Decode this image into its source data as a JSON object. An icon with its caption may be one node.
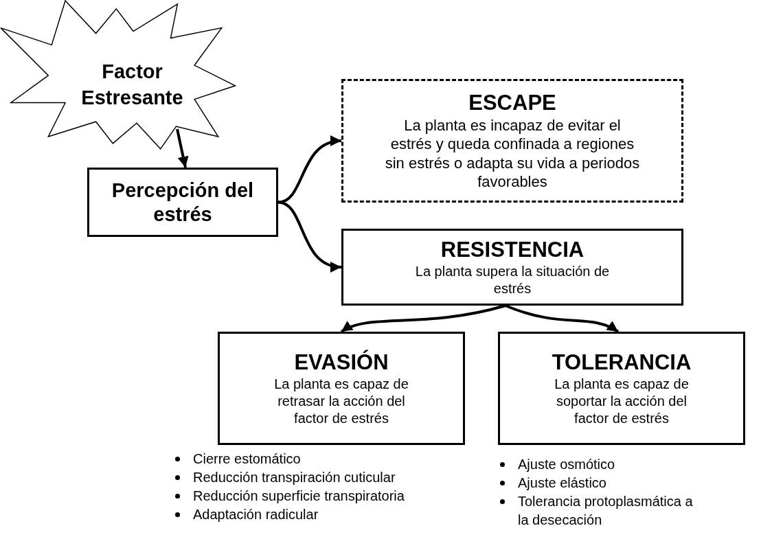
{
  "diagram": {
    "nodes": [
      {
        "text": [
          "Factor Estresante"
        ]
      },
      {
        "text": [
          "Percepción del estrés"
        ]
      },
      {
        "text": [
          "ESCAPE",
          "La planta es incapaz de evitar el estrés y queda confinada a regiones sin estrés o adapta su vida a periodos favorables"
        ]
      },
      {
        "text": [
          "RESISTENCIA",
          "La planta supera la situación de estrés"
        ]
      },
      {
        "text": [
          "EVASIÓN",
          "La planta es capaz de retrasar la acción del factor de estrés"
        ],
        "beside": [
          "Cierre estomático",
          "Reducción transpiración cuticular",
          "Reducción superficie transpiratoria",
          "Adaptación radicular"
        ]
      },
      {
        "text": [
          "TOLERANCIA",
          "La planta es capaz de soportar la acción del factor de estrés"
        ],
        "beside": [
          "Ajuste osmótico",
          "Ajuste elástico",
          "Tolerancia protoplasmática a la desecación"
        ]
      }
    ],
    "edges": [
      {
        "from": 0,
        "to": 1,
        "arrow": "to"
      },
      {
        "from": 1,
        "to": 2,
        "arrow": "to"
      },
      {
        "from": 1,
        "to": 3,
        "arrow": "to"
      },
      {
        "from": 3,
        "to": 4,
        "arrow": "to"
      },
      {
        "from": 3,
        "to": 5,
        "arrow": "to"
      }
    ]
  }
}
